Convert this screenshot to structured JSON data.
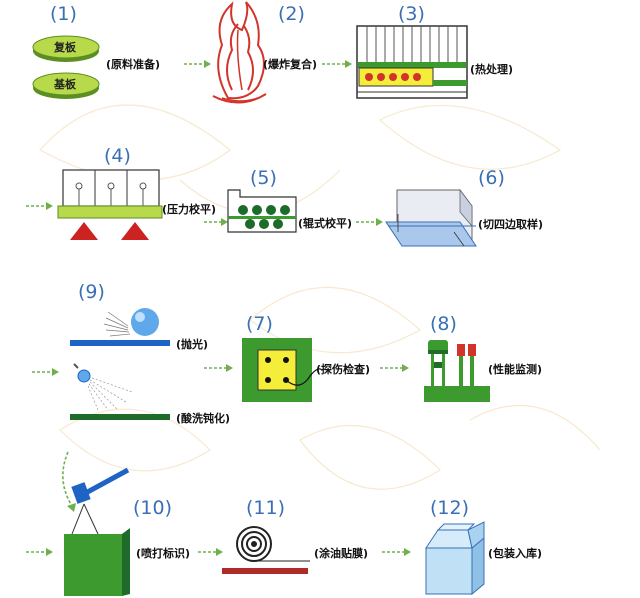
{
  "steps": {
    "s1": {
      "num": "(1)",
      "label": "(原料准备)",
      "disc_top": "复板",
      "disc_bottom": "基板"
    },
    "s2": {
      "num": "(2)",
      "label": "(爆炸复合)"
    },
    "s3": {
      "num": "(3)",
      "label": "(热处理)"
    },
    "s4": {
      "num": "(4)",
      "label": "(压力校平)"
    },
    "s5": {
      "num": "(5)",
      "label": "(辊式校平)"
    },
    "s6": {
      "num": "(6)",
      "label": "(切四边取样)"
    },
    "s9": {
      "num": "(9)",
      "label_top": "(抛光)",
      "label_bottom": "(酸洗钝化)"
    },
    "s7": {
      "num": "(7)",
      "label": "(探伤检查)"
    },
    "s8": {
      "num": "(8)",
      "label": "(性能监测)"
    },
    "s10": {
      "num": "(10)",
      "label": "(喷打标识)"
    },
    "s11": {
      "num": "(11)",
      "label": "(涂油贴膜)"
    },
    "s12": {
      "num": "(12)",
      "label": "(包装入库)"
    }
  },
  "colors": {
    "green": "#3c9a2e",
    "lime": "#b7d94a",
    "blue": "#3a6fb5",
    "red": "#cc2222",
    "yellow": "#f4ee3a",
    "arrow": "#6fb04a",
    "number": "#3a6fb5"
  }
}
